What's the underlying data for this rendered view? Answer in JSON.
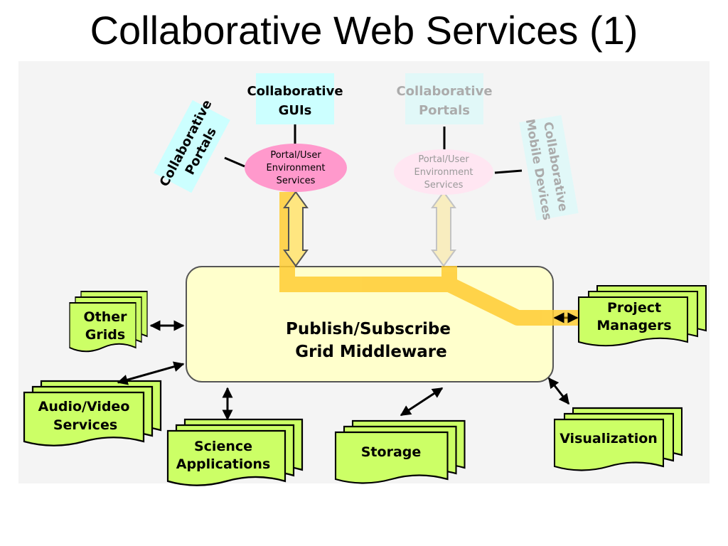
{
  "title": "Collaborative Web Services (1)",
  "diagram": {
    "center": {
      "line1": "Publish/Subscribe",
      "line2": "Grid Middleware"
    },
    "portal_services_left": {
      "line1": "Portal/User",
      "line2": "Environment",
      "line3": "Services"
    },
    "portal_services_right": {
      "line1": "Portal/User",
      "line2": "Environment",
      "line3": "Services"
    },
    "collab_guis": {
      "line1": "Collaborative",
      "line2": "GUIs"
    },
    "collab_portals_top": {
      "line1": "Collaborative",
      "line2": "Portals"
    },
    "collab_portals_left": {
      "line1": "Collaborative",
      "line2": "Portals"
    },
    "collab_mobile": {
      "line1": "Collaborative",
      "line2": "Mobile Devices"
    },
    "other_grids": {
      "line1": "Other",
      "line2": "Grids"
    },
    "audio_video": {
      "line1": "Audio/Video",
      "line2": "Services"
    },
    "science_apps": {
      "line1": "Science",
      "line2": "Applications"
    },
    "storage": {
      "line1": "Storage"
    },
    "visualization": {
      "line1": "Visualization"
    },
    "project_managers": {
      "line1": "Project",
      "line2": "Managers"
    }
  },
  "colors": {
    "node_fill": "#ccff66",
    "center_fill": "#ffffcc",
    "ellipse_fill": "#ff99cc",
    "ellipse_faded": "#ffe6f2",
    "label_box": "#ccffff",
    "highlight": "#ffcc33"
  }
}
